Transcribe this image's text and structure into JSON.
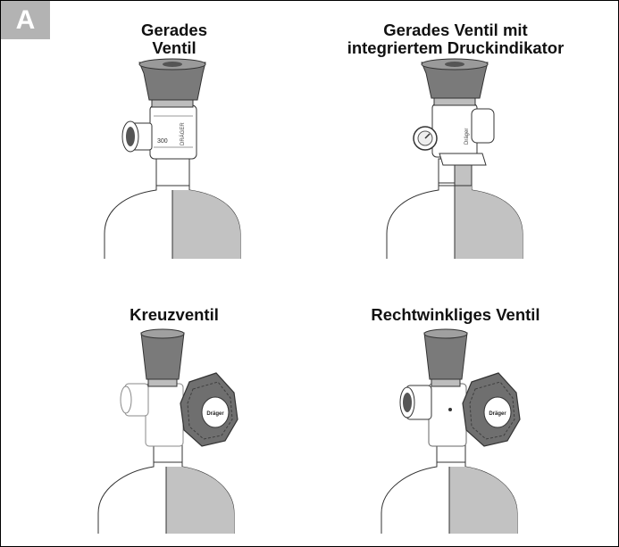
{
  "figure": {
    "label": "A",
    "panels": [
      {
        "title_lines": [
          "Gerades",
          "Ventil"
        ],
        "gauge_text": "300",
        "brand_text": "DRÄGER"
      },
      {
        "title_lines": [
          "Gerades Ventil mit",
          "integriertem Druckindikator"
        ],
        "brand_text": "Dräger"
      },
      {
        "title_lines": [
          "Kreuzventil"
        ],
        "brand_text": "Dräger"
      },
      {
        "title_lines": [
          "Rechtwinkliges Ventil"
        ],
        "brand_text": "Dräger"
      }
    ]
  },
  "colors": {
    "badge": "#b3b3b3",
    "cylinder_shade": "#c2c2c2",
    "handwheel": "#6f6f6f",
    "handwheel_dark": "#4d4d4d",
    "handknob": "#7a7a7a"
  }
}
